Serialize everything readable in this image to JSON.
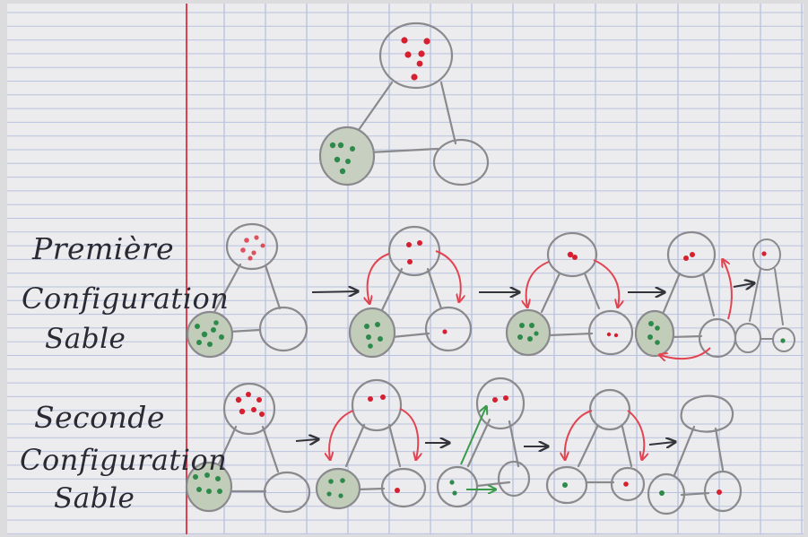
{
  "rows": [
    {
      "lines": [
        "Première",
        "Configuration",
        "Sable"
      ]
    },
    {
      "lines": [
        "Seconde",
        "Configuration",
        "Sable"
      ]
    }
  ],
  "colors": {
    "paper": "#ececee",
    "grid": "#a9b4da",
    "margin": "#e0404e",
    "pencil": "#8a8a8e",
    "red_dot": "#d62030",
    "green_dot": "#2d8a4a",
    "red_arrow": "#e24452",
    "green_arrow": "#3a9a4a",
    "black_arrow": "#33333a",
    "green_fill": "#b4c4a8"
  }
}
